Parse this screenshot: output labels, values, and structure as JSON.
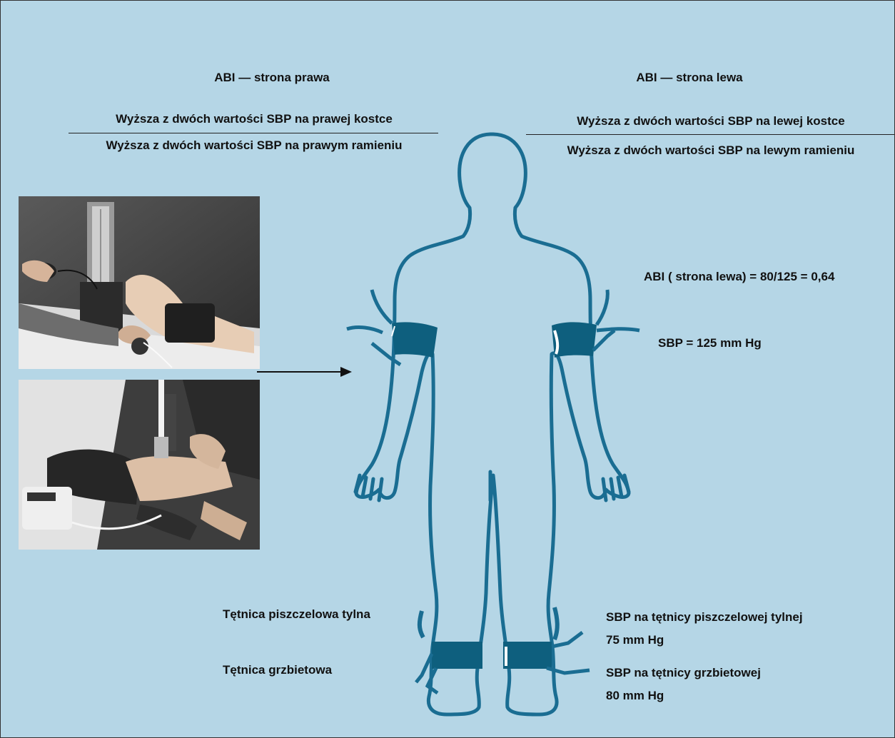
{
  "right_side": {
    "title": "ABI — strona prawa",
    "numerator": "Wyższa z dwóch wartości SBP na prawej kostce",
    "denominator": "Wyższa z dwóch wartości SBP na prawym ramieniu"
  },
  "left_side": {
    "title": "ABI —  strona lewa",
    "numerator": "Wyższa z dwóch wartości SBP na lewej kostce",
    "denominator": "Wyższa z dwóch wartości SBP na lewym ramieniu"
  },
  "results": {
    "abi_formula": "ABI ( strona lewa) = 80/125 = 0,64",
    "arm_sbp": "SBP = 125 mm Hg"
  },
  "ankle_labels": {
    "posterior_tibial": "Tętnica piszczelowa tylna",
    "dorsalis": "Tętnica grzbietowa",
    "posterior_tibial_sbp_line1": "SBP na tętnicy piszczelowej tylnej",
    "posterior_tibial_sbp_line2": "75 mm Hg",
    "dorsalis_sbp_line1": "SBP na tętnicy grzbietowej",
    "dorsalis_sbp_line2": "80 mm Hg"
  },
  "colors": {
    "background": "#b5d6e6",
    "figure_outline": "#1a6d92",
    "cuff": "#0e5f7e"
  }
}
